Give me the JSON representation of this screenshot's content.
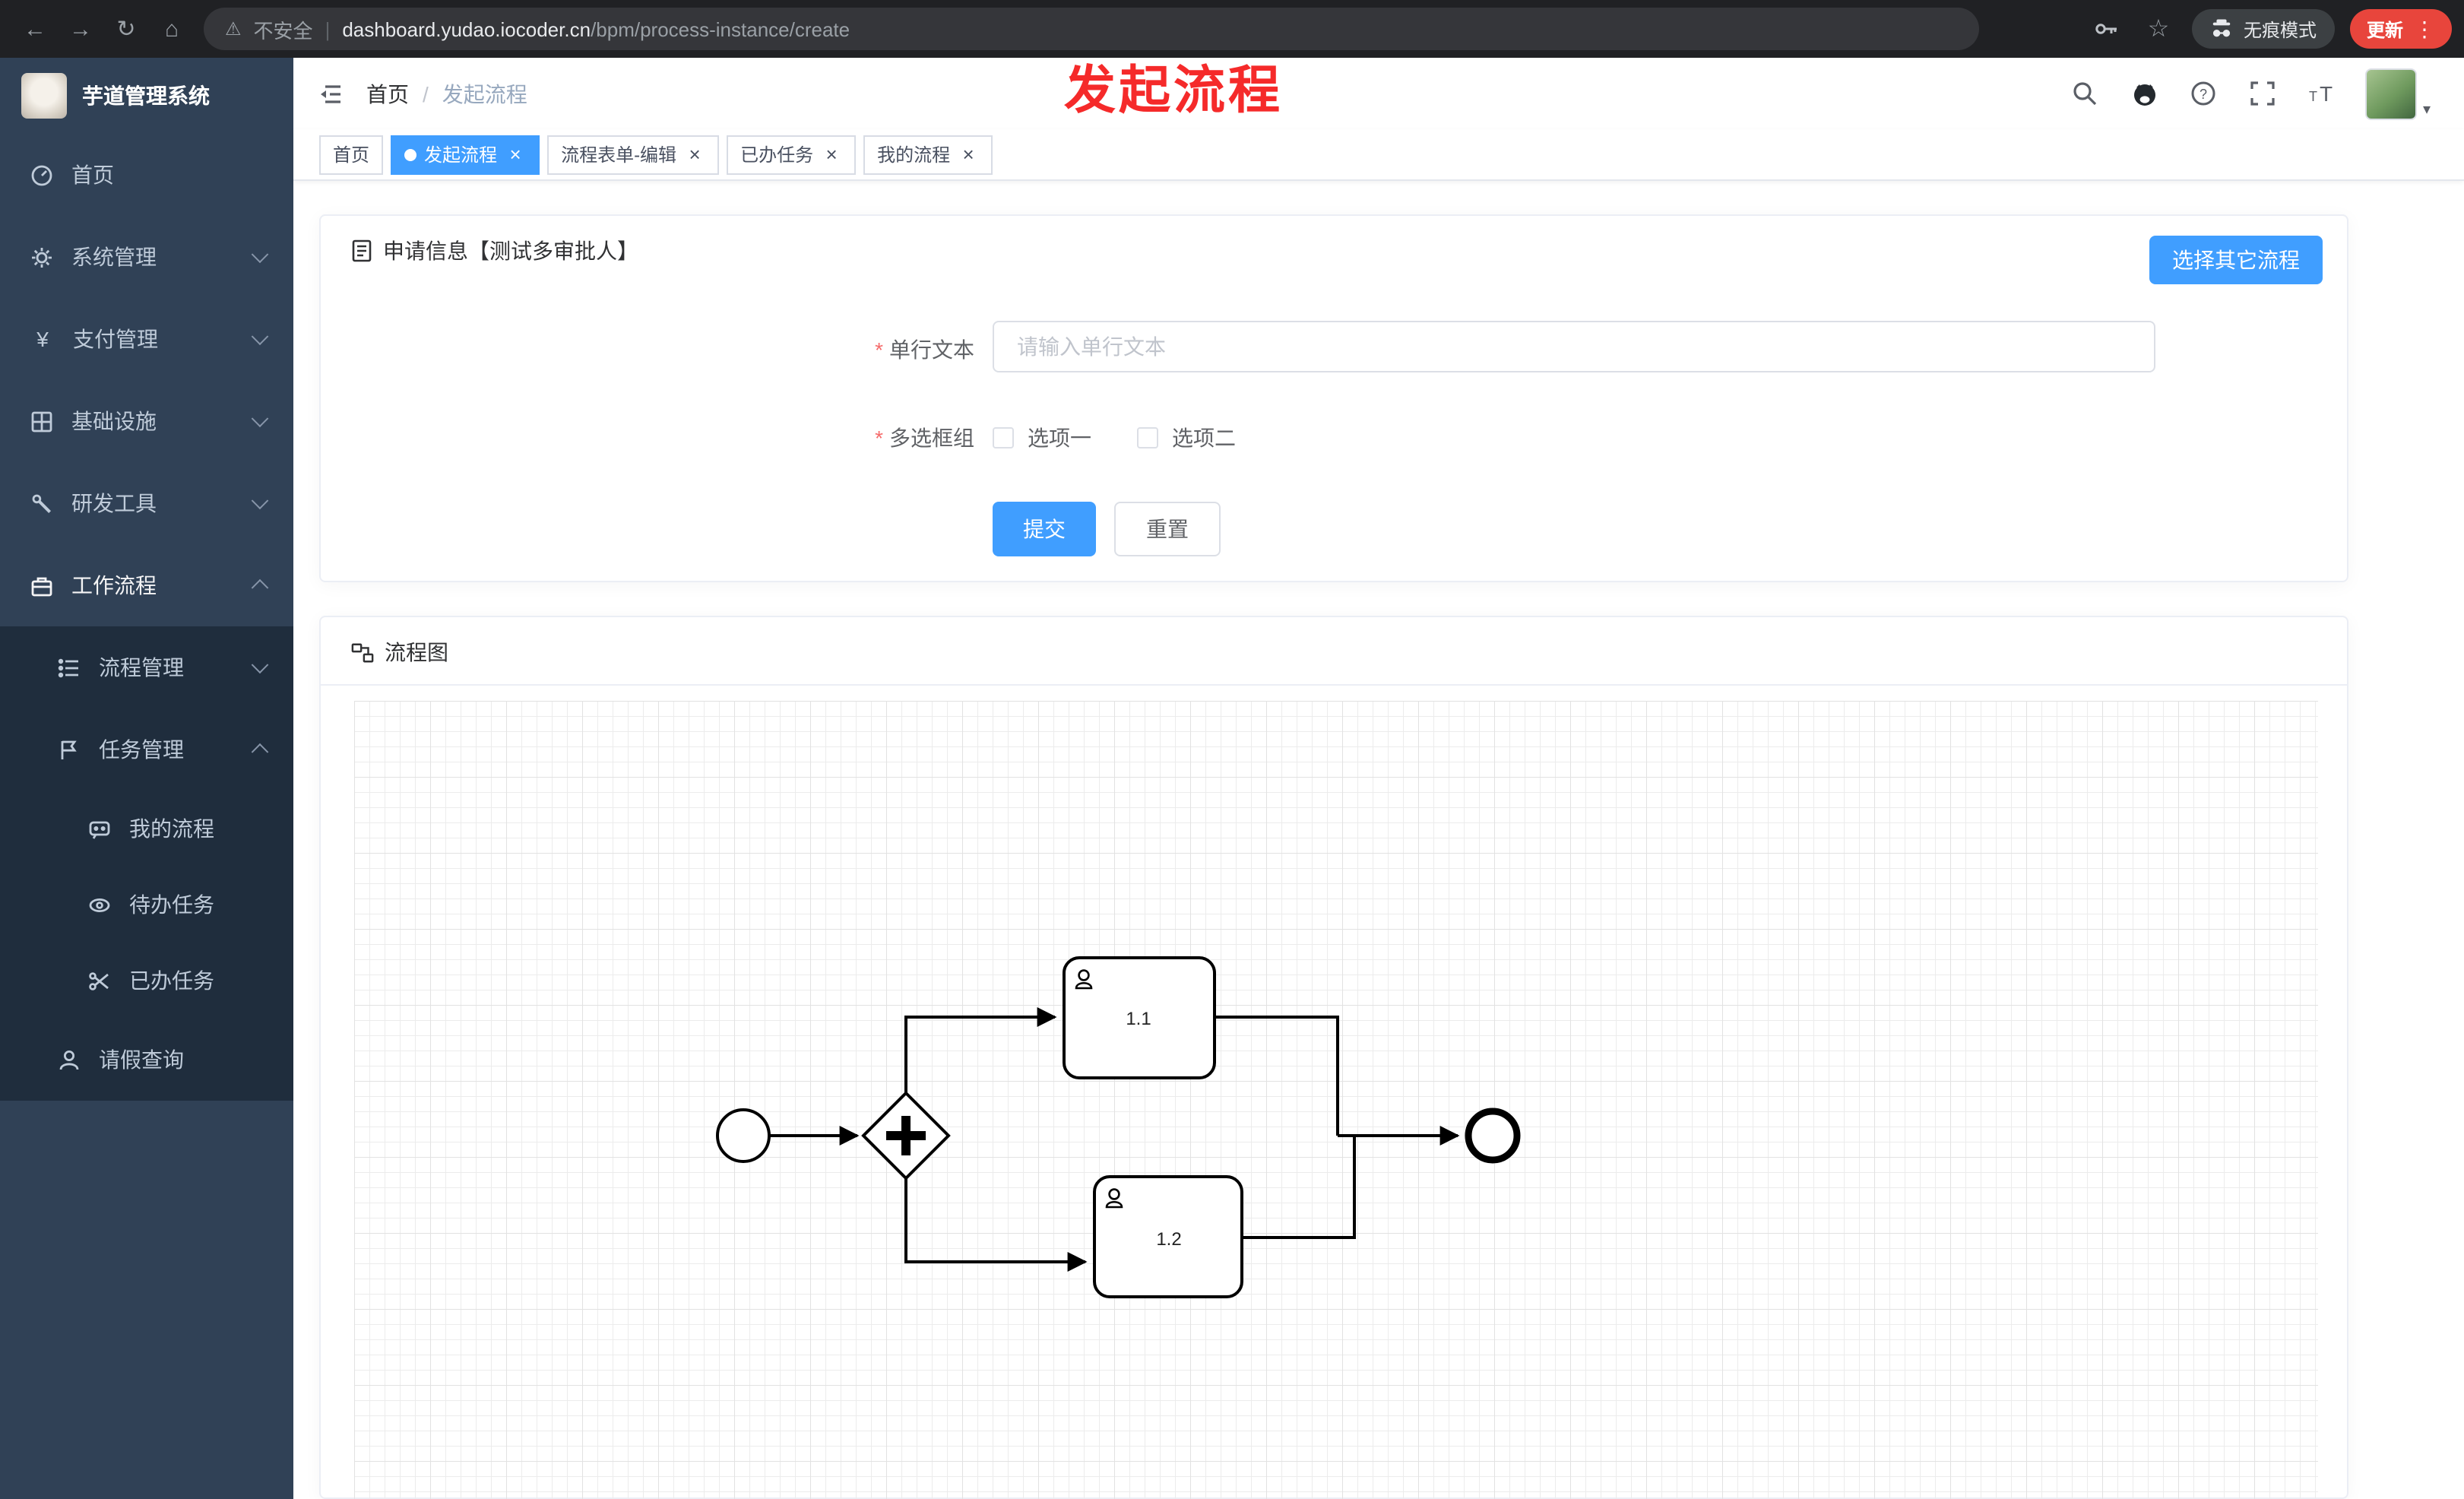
{
  "icons": {
    "back": "←",
    "forward": "→",
    "reload": "↻",
    "home": "⌂",
    "warning": "⚠",
    "star": "☆",
    "more": "⋮",
    "close": "×",
    "caret_down": "▾"
  },
  "browser": {
    "security_label": "不安全",
    "url_separator": "|",
    "url_domain": "dashboard.yudao.iocoder.cn",
    "url_path": "/bpm/process-instance/create",
    "incognito_label": "无痕模式",
    "update_label": "更新"
  },
  "sidebar": {
    "logo_title": "芋道管理系统",
    "menu": [
      {
        "label": "首页"
      },
      {
        "label": "系统管理"
      },
      {
        "label": "支付管理"
      },
      {
        "label": "基础设施"
      },
      {
        "label": "研发工具"
      },
      {
        "label": "工作流程"
      }
    ],
    "submenu": [
      {
        "label": "流程管理"
      },
      {
        "label": "任务管理"
      }
    ],
    "task_items": [
      {
        "label": "我的流程"
      },
      {
        "label": "待办任务"
      },
      {
        "label": "已办任务"
      }
    ],
    "leave_label": "请假查询"
  },
  "header": {
    "breadcrumb_home": "首页",
    "breadcrumb_separator": "/",
    "breadcrumb_current": "发起流程",
    "overlay_title": "发起流程"
  },
  "tabs": [
    {
      "label": "首页"
    },
    {
      "label": "发起流程"
    },
    {
      "label": "流程表单-编辑"
    },
    {
      "label": "已办任务"
    },
    {
      "label": "我的流程"
    }
  ],
  "form_card": {
    "title": "申请信息【测试多审批人】",
    "select_other_label": "选择其它流程",
    "required_mark": "*",
    "text_field": {
      "label": "单行文本",
      "placeholder": "请输入单行文本",
      "value": ""
    },
    "checkbox_field": {
      "label": "多选框组",
      "options": [
        "选项一",
        "选项二"
      ]
    },
    "submit_label": "提交",
    "reset_label": "重置"
  },
  "diagram": {
    "title": "流程图",
    "chart_data": {
      "type": "bpmn-flow",
      "nodes": [
        "start-event",
        "parallel-gateway",
        "user-task-1.1",
        "user-task-1.2",
        "end-event"
      ],
      "task_labels": [
        "1.1",
        "1.2"
      ]
    }
  }
}
